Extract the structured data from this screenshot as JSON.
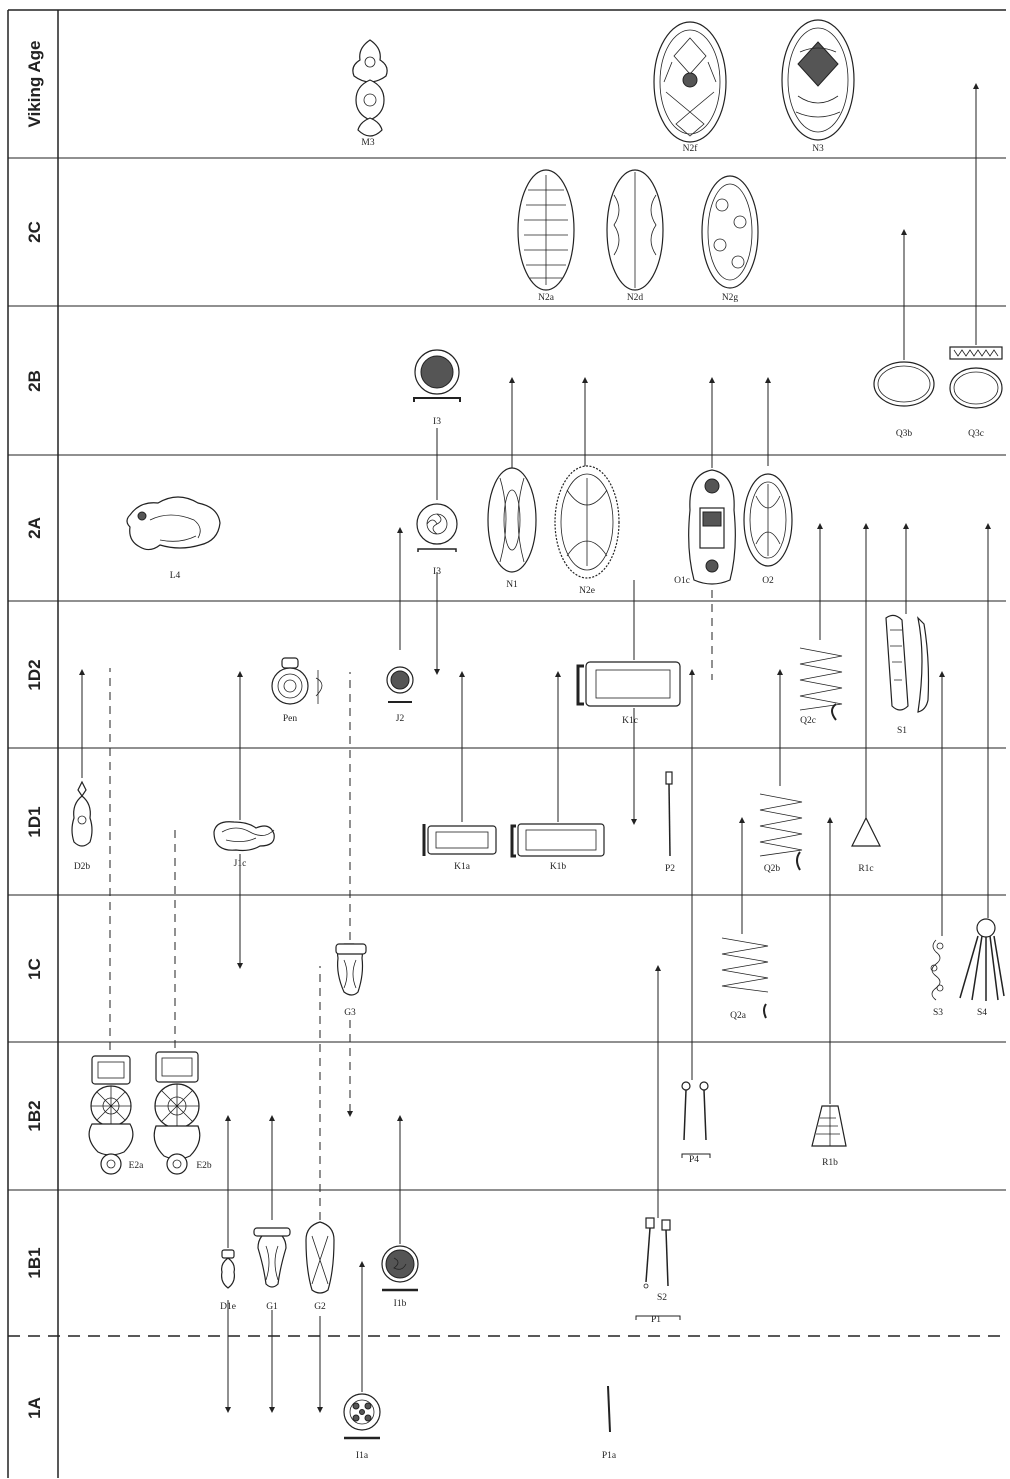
{
  "periods": [
    "Viking Age",
    "2C",
    "2B",
    "2A",
    "1D2",
    "1D1",
    "1C",
    "1B2",
    "1B1",
    "1A"
  ],
  "items": [
    {
      "label": "M3",
      "shape": "cross"
    },
    {
      "label": "N2f",
      "shape": "oval"
    },
    {
      "label": "N3",
      "shape": "oval"
    },
    {
      "label": "N2a",
      "shape": "oval"
    },
    {
      "label": "N2d",
      "shape": "oval"
    },
    {
      "label": "N2g",
      "shape": "oval"
    },
    {
      "label": "Q3b",
      "shape": "ring"
    },
    {
      "label": "Q3c",
      "shape": "ring"
    },
    {
      "label": "I3",
      "shape": "disc"
    },
    {
      "label": "I3",
      "shape": "disc"
    },
    {
      "label": "L4",
      "shape": "animal"
    },
    {
      "label": "N1",
      "shape": "oval"
    },
    {
      "label": "N2e",
      "shape": "oval"
    },
    {
      "label": "O1c",
      "shape": "oval"
    },
    {
      "label": "O2",
      "shape": "oval"
    },
    {
      "label": "Pen",
      "shape": "pendant"
    },
    {
      "label": "J2",
      "shape": "disc"
    },
    {
      "label": "K1c",
      "shape": "rect"
    },
    {
      "label": "Q2c",
      "shape": "spiral"
    },
    {
      "label": "S1",
      "shape": "key"
    },
    {
      "label": "D2b",
      "shape": "brooch"
    },
    {
      "label": "J1c",
      "shape": "animal"
    },
    {
      "label": "K1a",
      "shape": "rect"
    },
    {
      "label": "K1b",
      "shape": "rect"
    },
    {
      "label": "P2",
      "shape": "pin"
    },
    {
      "label": "Q2b",
      "shape": "spiral"
    },
    {
      "label": "R1c",
      "shape": "triangle"
    },
    {
      "label": "G3",
      "shape": "bow"
    },
    {
      "label": "Q2a",
      "shape": "spiral"
    },
    {
      "label": "S3",
      "shape": "chain"
    },
    {
      "label": "S4",
      "shape": "keys"
    },
    {
      "label": "E2a",
      "shape": "square-headed"
    },
    {
      "label": "E2b",
      "shape": "square-headed"
    },
    {
      "label": "P4",
      "shape": "pins"
    },
    {
      "label": "R1b",
      "shape": "plate"
    },
    {
      "label": "D1e",
      "shape": "small-bow"
    },
    {
      "label": "G1",
      "shape": "bow"
    },
    {
      "label": "G2",
      "shape": "bow"
    },
    {
      "label": "I1b",
      "shape": "disc"
    },
    {
      "label": "S2",
      "shape": "pins"
    },
    {
      "label": "P1",
      "shape": "pins"
    },
    {
      "label": "I1a",
      "shape": "disc"
    },
    {
      "label": "P1a",
      "shape": "pin"
    }
  ]
}
